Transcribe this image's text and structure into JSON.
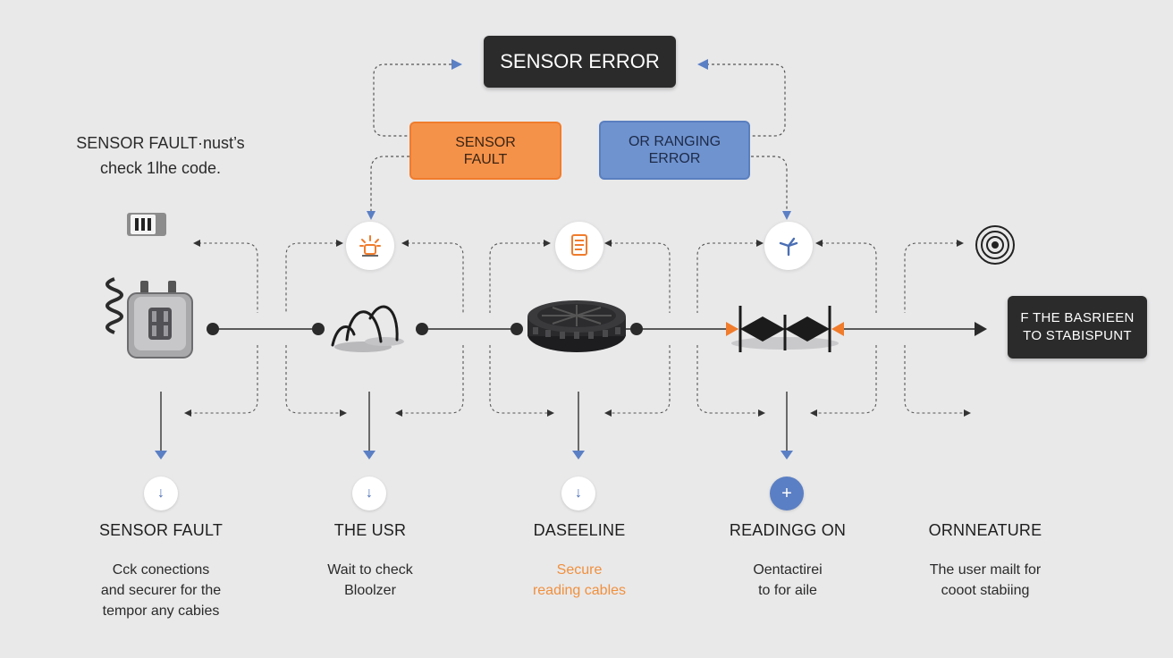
{
  "header": {
    "title": "SENSOR ERROR"
  },
  "branches": {
    "left": {
      "line1": "SENSOR",
      "line2": "FAULT",
      "color": "#f5924a"
    },
    "right": {
      "line1": "OR RANGING",
      "line2": "ERROR",
      "color": "#6f93cf"
    }
  },
  "note": {
    "line1": "SENSOR FAULT·nust’s",
    "line2": "check 1lhe code."
  },
  "result": {
    "line1": "F THE BASRIEEN",
    "line2": "TO STABISPUNT"
  },
  "columns": [
    {
      "title": "SENSOR FAULT",
      "desc": [
        "Cck conections",
        "and securer for the",
        "tempor any cabies"
      ],
      "icon": "arrow-down-icon"
    },
    {
      "title": "THE USR",
      "desc": [
        "Wait to check",
        "Bloolzer"
      ],
      "icon": "arrow-down-icon"
    },
    {
      "title": "DASEELINE",
      "desc": [
        "Secure",
        "reading cables"
      ],
      "icon": "arrow-down-icon",
      "accent": "#f0903d"
    },
    {
      "title": "READINGG ON",
      "desc": [
        "Oentactirei",
        "to for aile"
      ],
      "icon": "plus-icon"
    },
    {
      "title": "ORNNEATURE",
      "desc": [
        "The user mailt for",
        "cooot stabiing"
      ],
      "icon": "none"
    }
  ],
  "glyphs": {
    "arrow_down": "↓",
    "plus": "+"
  },
  "colors": {
    "accent_orange": "#f07c2c",
    "accent_blue": "#5b7fc4",
    "dark": "#2b2b2b"
  }
}
